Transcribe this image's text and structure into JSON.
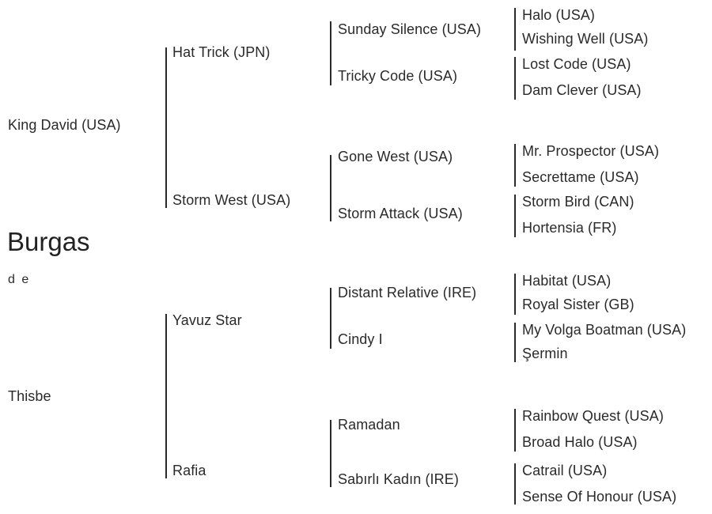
{
  "subject": {
    "name": "Burgas",
    "connector": "d e"
  },
  "sire": "King David (USA)",
  "dam": "Thisbe",
  "generation2": {
    "sire_sire": "Hat Trick (JPN)",
    "sire_dam": "Storm West (USA)",
    "dam_sire": "Yavuz Star",
    "dam_dam": "Rafia"
  },
  "generation3": {
    "hat_trick_sire": "Sunday Silence (USA)",
    "hat_trick_dam": "Tricky Code (USA)",
    "storm_west_sire": "Gone West (USA)",
    "storm_west_dam": "Storm Attack (USA)",
    "yavuz_star_sire": "Distant Relative (IRE)",
    "yavuz_star_dam": "Cindy I",
    "rafia_sire": "Ramadan",
    "rafia_dam": "Sabırlı Kadın (IRE)"
  },
  "generation4": {
    "sunday_silence_sire": "Halo (USA)",
    "sunday_silence_dam": "Wishing Well (USA)",
    "tricky_code_sire": "Lost Code (USA)",
    "tricky_code_dam": "Dam Clever (USA)",
    "gone_west_sire": "Mr. Prospector (USA)",
    "gone_west_dam": "Secrettame (USA)",
    "storm_attack_sire": "Storm Bird (CAN)",
    "storm_attack_dam": "Hortensia (FR)",
    "distant_relative_sire": "Habitat (USA)",
    "distant_relative_dam": "Royal Sister (GB)",
    "cindy_i_sire": "My Volga Boatman (USA)",
    "cindy_i_dam": "Şermin",
    "ramadan_sire": "Rainbow Quest (USA)",
    "ramadan_dam": "Broad Halo (USA)",
    "sabirli_kadin_sire": "Catrail (USA)",
    "sabirli_kadin_dam": "Sense Of Honour (USA)"
  }
}
